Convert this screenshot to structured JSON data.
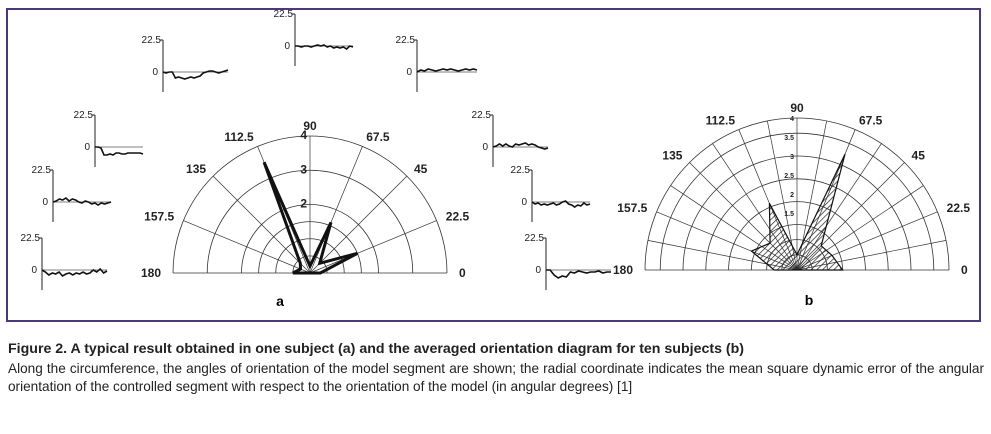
{
  "figure": {
    "caption_title": "Figure 2. A typical result obtained in one subject (a) and the averaged orientation diagram for ten subjects (b)",
    "caption_body": "Along the circumference, the angles of orientation of the model segment are shown; the radial coordinate indicates the mean square dynamic error of the angular orientation of the controlled segment with respect to the orientation of the model (in angular degrees) [1]",
    "panel_a": {
      "label": "a",
      "angle_labels": [
        "0",
        "22.5",
        "45",
        "67.5",
        "90",
        "112.5",
        "135",
        "157.5",
        "180"
      ],
      "radial_labels": [
        "2",
        "3",
        "4"
      ],
      "inset_scale_labels": [
        "22.5",
        "0"
      ],
      "chart_data": {
        "type": "polar",
        "angles_deg": [
          0,
          22.5,
          45,
          67.5,
          90,
          112.5,
          135,
          157.5,
          180
        ],
        "values": [
          0.3,
          1.5,
          0.4,
          1.6,
          0.2,
          3.5,
          0.4,
          0.3,
          0.5
        ],
        "rmax": 4,
        "range_deg": [
          0,
          180
        ]
      }
    },
    "panel_b": {
      "label": "b",
      "angle_labels": [
        "0",
        "22.5",
        "45",
        "67.5",
        "90",
        "112.5",
        "135",
        "157.5",
        "180"
      ],
      "radial_labels": [
        "1.5",
        "2",
        "2.5",
        "3",
        "3.5",
        "4"
      ],
      "chart_data": {
        "type": "polar",
        "angles_deg": [
          0,
          22.5,
          45,
          67.5,
          90,
          112.5,
          135,
          157.5,
          180
        ],
        "values": [
          1.2,
          1.0,
          0.9,
          3.3,
          0.4,
          1.9,
          1.0,
          1.3,
          0.6
        ],
        "rmax": 4,
        "range_deg": [
          0,
          180
        ]
      }
    }
  }
}
